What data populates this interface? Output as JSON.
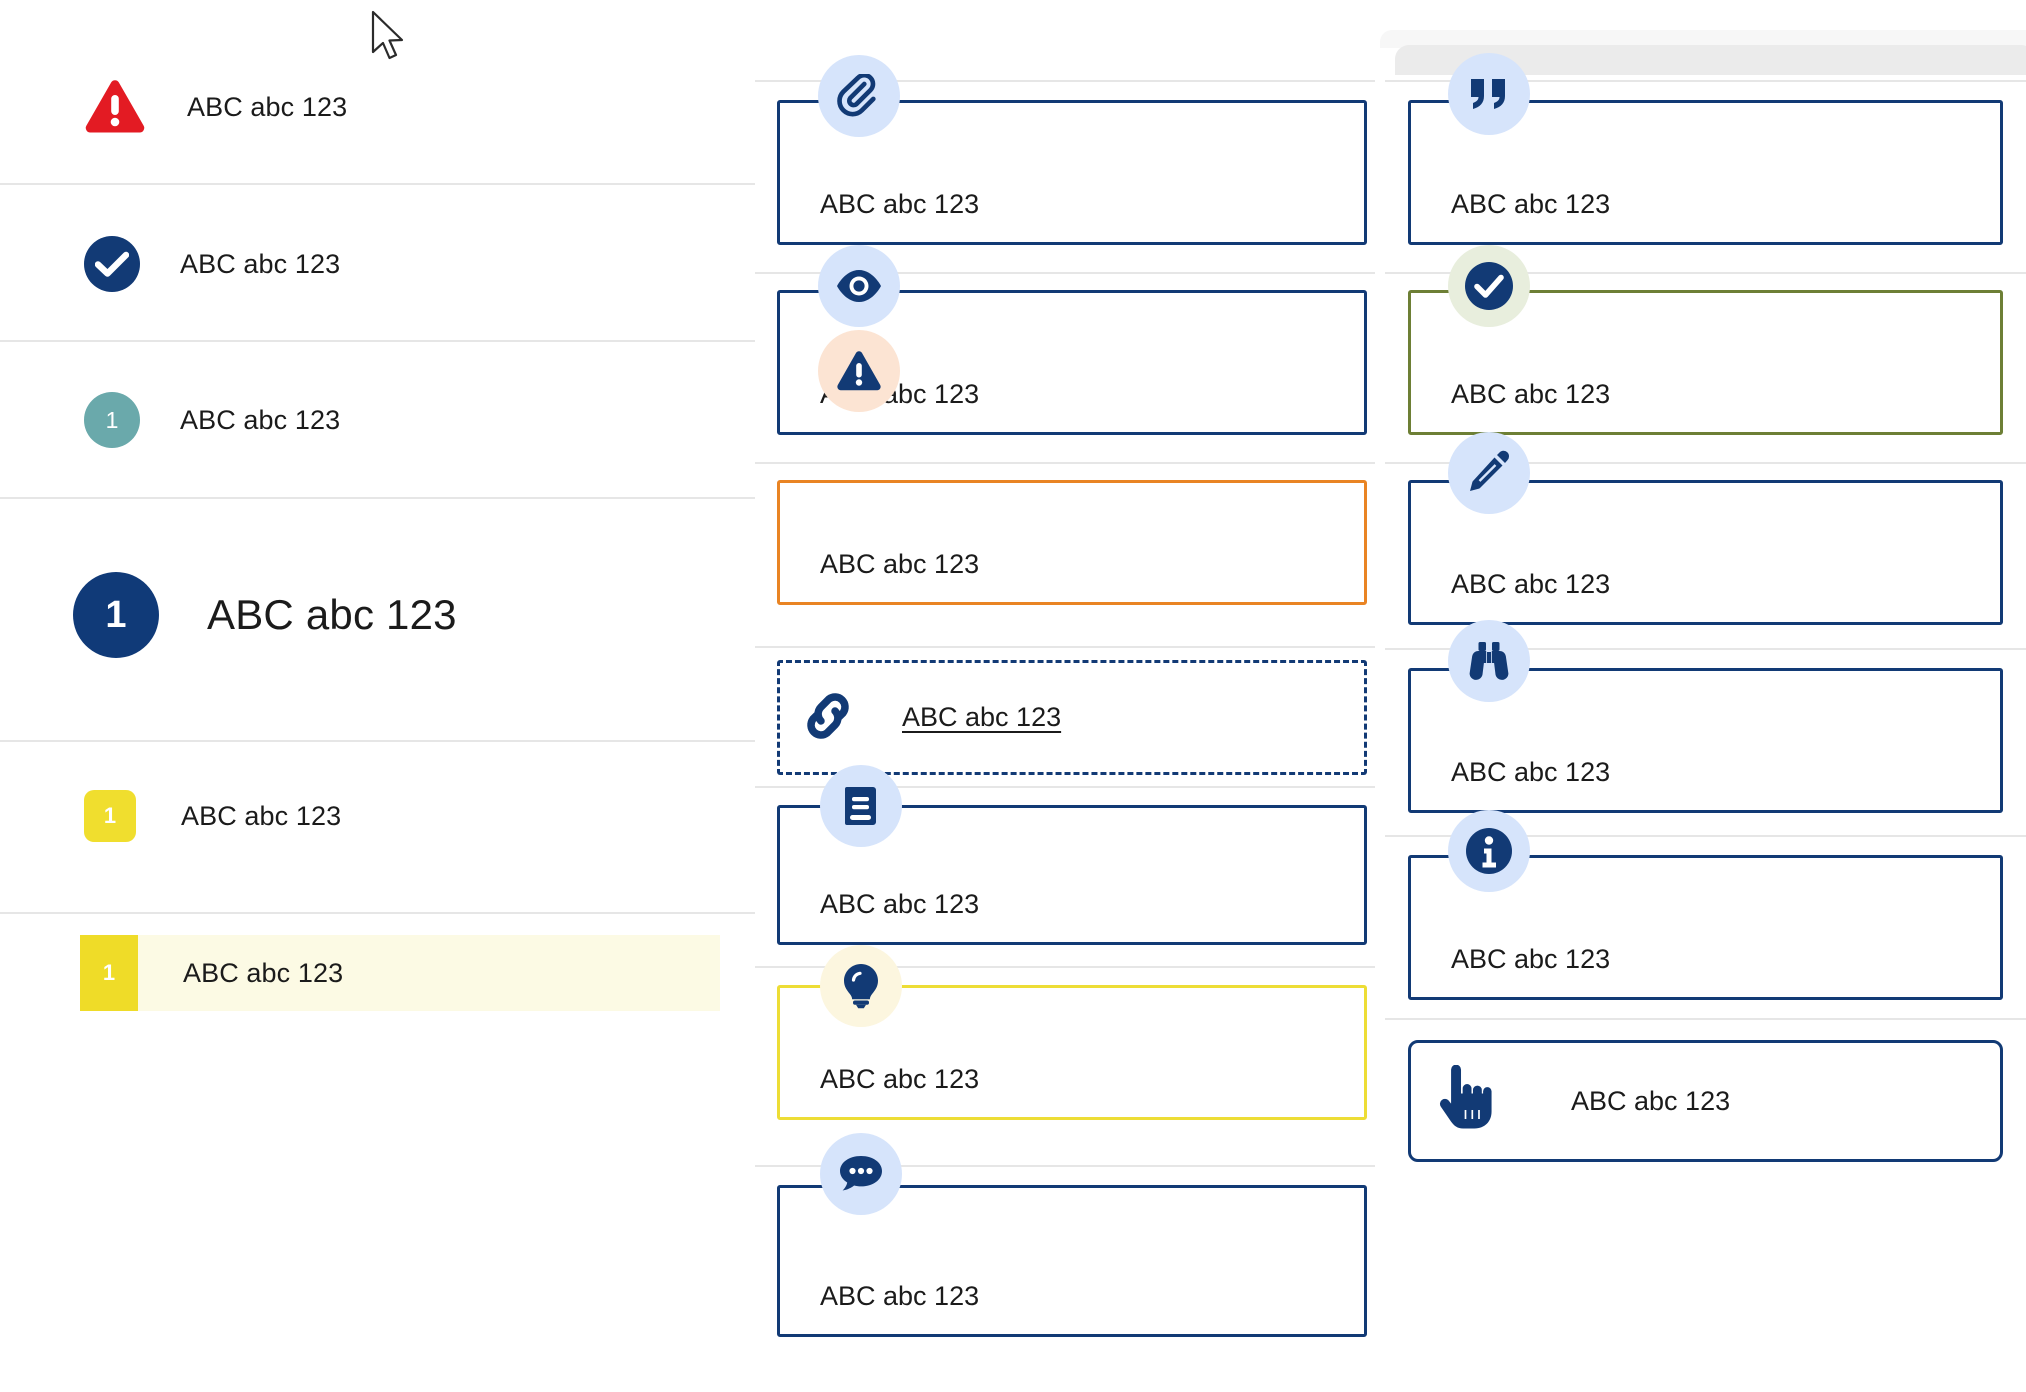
{
  "sample_text": "ABC abc 123",
  "badge_number": "1",
  "colors": {
    "navy": "#123a75",
    "red": "#e31b23",
    "teal": "#6aa9ab",
    "yellow": "#efdc28",
    "orange": "#e98423",
    "olive": "#6d7f35",
    "icon_bg_blue": "#d6e4fb",
    "icon_bg_peach": "#fce4d3",
    "icon_bg_green": "#e8eedd",
    "icon_bg_cream": "#fcf6df",
    "highlight_row": "#fcfae4"
  },
  "left_column": {
    "rows": [
      {
        "icon": "warning-triangle-icon",
        "label": "ABC abc 123",
        "style": "red-triangle"
      },
      {
        "icon": "check-circle-icon",
        "label": "ABC abc 123",
        "style": "navy-circle"
      },
      {
        "icon": "avatar-badge-icon",
        "label": "ABC abc 123",
        "value": "1",
        "style": "teal-circle"
      },
      {
        "icon": "avatar-badge-large-icon",
        "label": "ABC abc 123",
        "value": "1",
        "style": "navy-circle-large"
      },
      {
        "icon": "number-badge-icon",
        "label": "ABC abc 123",
        "value": "1",
        "style": "yellow-rounded-square"
      },
      {
        "icon": "number-badge-icon",
        "label": "ABC abc 123",
        "value": "1",
        "style": "yellow-square-highlight"
      }
    ]
  },
  "middle_column": {
    "cards": [
      {
        "icon": "paperclip-icon",
        "label": "ABC abc 123",
        "border": "navy",
        "badge": "blue"
      },
      {
        "icon": "eye-icon",
        "label": "ABC abc 123",
        "border": "navy",
        "badge": "blue"
      },
      {
        "icon": "warning-triangle-icon",
        "label": "ABC abc 123",
        "border": "orange",
        "badge": "peach"
      },
      {
        "icon": "link-chain-icon",
        "label": "ABC abc 123",
        "border": "navy-dashed",
        "badge": "none",
        "underline": true
      },
      {
        "icon": "book-icon",
        "label": "ABC abc 123",
        "border": "navy",
        "badge": "blue"
      },
      {
        "icon": "lightbulb-icon",
        "label": "ABC abc 123",
        "border": "yellow",
        "badge": "cream"
      },
      {
        "icon": "chat-bubble-icon",
        "label": "ABC abc 123",
        "border": "navy",
        "badge": "blue"
      }
    ]
  },
  "right_column": {
    "cards": [
      {
        "icon": "quote-icon",
        "label": "ABC abc 123",
        "border": "navy",
        "badge": "blue"
      },
      {
        "icon": "check-circle-icon",
        "label": "ABC abc 123",
        "border": "olive",
        "badge": "green"
      },
      {
        "icon": "pencil-icon",
        "label": "ABC abc 123",
        "border": "navy",
        "badge": "blue"
      },
      {
        "icon": "binoculars-icon",
        "label": "ABC abc 123",
        "border": "navy",
        "badge": "blue"
      },
      {
        "icon": "info-circle-icon",
        "label": "ABC abc 123",
        "border": "navy",
        "badge": "blue"
      },
      {
        "icon": "pointing-hand-icon",
        "label": "ABC abc 123",
        "border": "navy-rounded",
        "badge": "none"
      }
    ]
  },
  "cursor": {
    "icon": "mouse-pointer-icon"
  }
}
